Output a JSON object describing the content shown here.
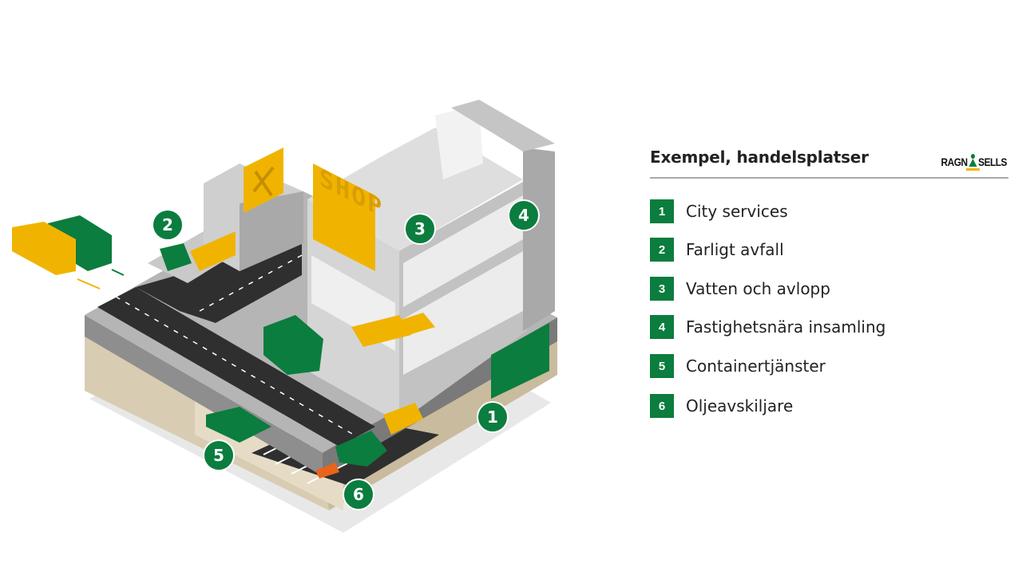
{
  "legend": {
    "title": "Exempel, handelsplatser",
    "logo": {
      "left": "RAGN",
      "right": "SELLS"
    },
    "items": [
      {
        "number": "1",
        "label": "City services"
      },
      {
        "number": "2",
        "label": "Farligt avfall"
      },
      {
        "number": "3",
        "label": "Vatten och avlopp"
      },
      {
        "number": "4",
        "label": "Fastighetsnära insamling"
      },
      {
        "number": "5",
        "label": "Containertjänster"
      },
      {
        "number": "6",
        "label": "Oljeavskiljare"
      }
    ]
  },
  "illustration": {
    "shop_sign": "SHOP",
    "markers": [
      "1",
      "2",
      "3",
      "4",
      "5",
      "6"
    ]
  },
  "colors": {
    "brand_green": "#0b7d3e",
    "brand_yellow": "#f0b400",
    "road": "#2f2f2f",
    "ground": "#d8ccb3"
  }
}
